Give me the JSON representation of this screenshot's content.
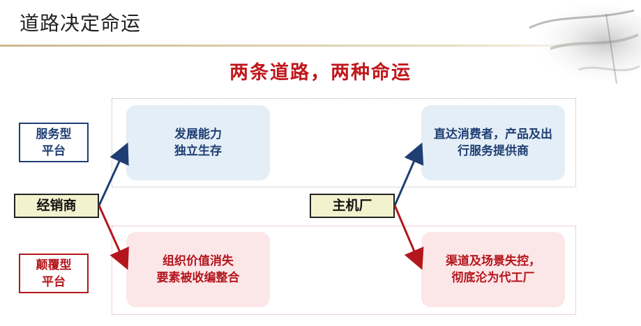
{
  "header": {
    "title": "道路决定命运"
  },
  "headline": "两条道路，两种命运",
  "labels": {
    "platform_service": [
      "服务型",
      "平台"
    ],
    "platform_disrupt": [
      "颠覆型",
      "平台"
    ],
    "dealer": "经销商",
    "oem": "主机厂"
  },
  "outcomes": {
    "dealer_service": [
      "发展能力",
      "独立生存"
    ],
    "dealer_disrupt": [
      "组织价值消失",
      "要素被收编整合"
    ],
    "oem_service": [
      "直达消费者，产品及出",
      "行服务提供商"
    ],
    "oem_disrupt": [
      "渠道及场景失控，",
      "彻底沦为代工厂"
    ]
  },
  "colors": {
    "blue": "#1f3e73",
    "red": "#b3161c",
    "headline": "#c0171c",
    "blue_box": "#e3eef6",
    "red_box": "#fbe6e8",
    "actor_box": "#f3f2cf"
  }
}
